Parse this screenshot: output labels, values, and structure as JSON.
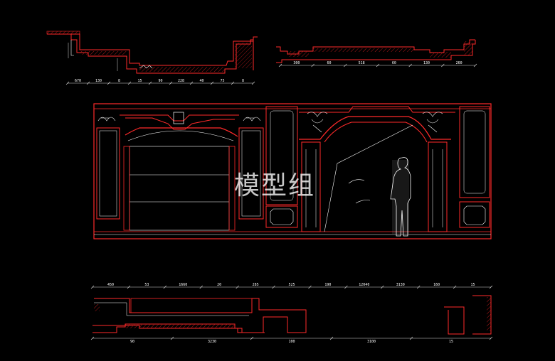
{
  "watermark": "模型组",
  "colors": {
    "background": "#000000",
    "outline": "#ff2a2a",
    "hatch": "#b01818",
    "detail": "#ffffff",
    "dim": "#d8d8d8"
  },
  "dims": {
    "top_left": [
      "670",
      "130",
      "8",
      "15",
      "90",
      "228",
      "40",
      "75",
      "8"
    ],
    "top_right": [
      "300",
      "60",
      "518",
      "60",
      "130",
      "260"
    ],
    "bottom_top": [
      "450",
      "53",
      "1660",
      "20",
      "285",
      "525",
      "190",
      "12040",
      "3130",
      "160",
      "15"
    ],
    "bottom_bottom": [
      "90",
      "3230",
      "100",
      "3100",
      "15"
    ]
  }
}
